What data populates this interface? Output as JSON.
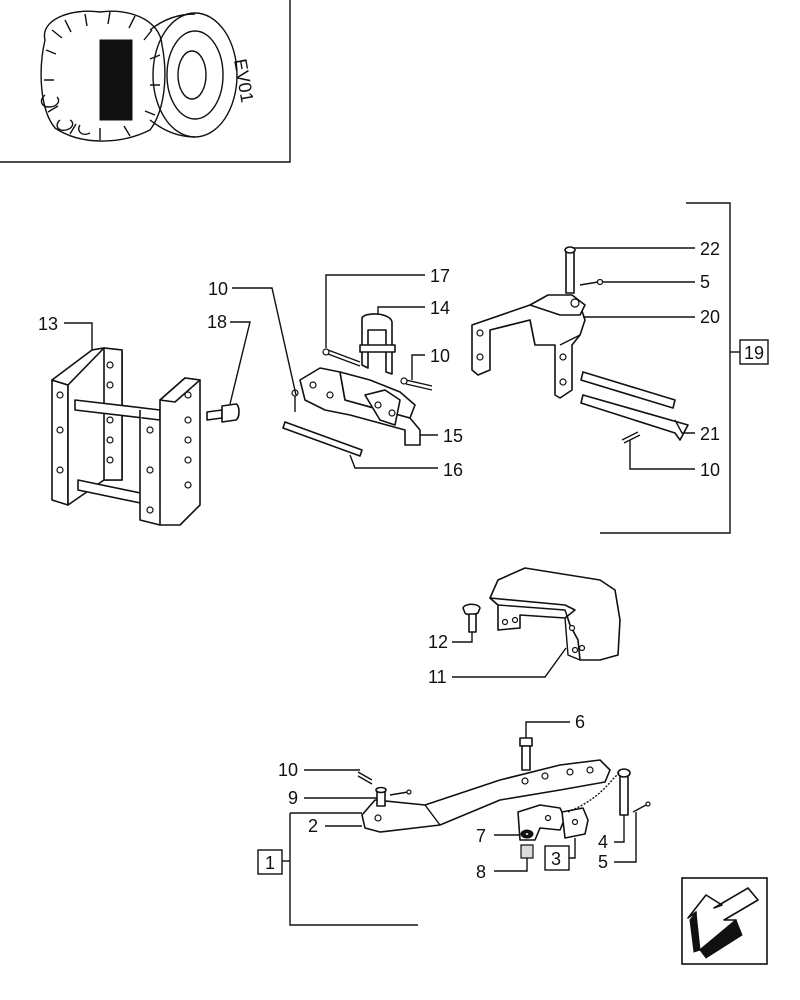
{
  "callouts": {
    "c13": "13",
    "c18": "18",
    "c10a": "10",
    "c17": "17",
    "c14": "14",
    "c10b": "10",
    "c15": "15",
    "c16": "16",
    "c22": "22",
    "c5a": "5",
    "c20": "20",
    "c19": "19",
    "c21": "21",
    "c10c": "10",
    "c12": "12",
    "c11": "11",
    "c6": "6",
    "c10d": "10",
    "c9": "9",
    "c2": "2",
    "c1": "1",
    "c7": "7",
    "c8": "8",
    "c3": "3",
    "c4": "4",
    "c5b": "5"
  },
  "inset_text": "EV01"
}
